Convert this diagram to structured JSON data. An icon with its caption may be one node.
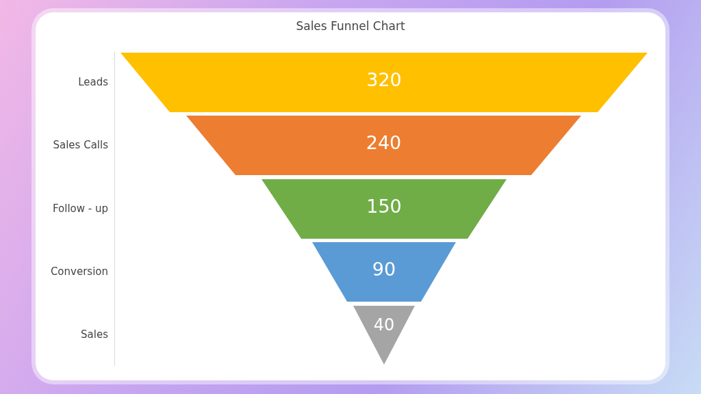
{
  "diagram": {
    "title": "Sales Funnel Chart",
    "nodes": [
      {
        "text": [
          "320"
        ]
      },
      {
        "text": [
          "240"
        ]
      },
      {
        "text": [
          "150"
        ]
      },
      {
        "text": [
          "90"
        ]
      },
      {
        "text": [
          "40"
        ]
      }
    ],
    "labels": [
      "Leads",
      "Sales Calls",
      "Follow - up",
      "Conversion",
      "Sales"
    ]
  }
}
